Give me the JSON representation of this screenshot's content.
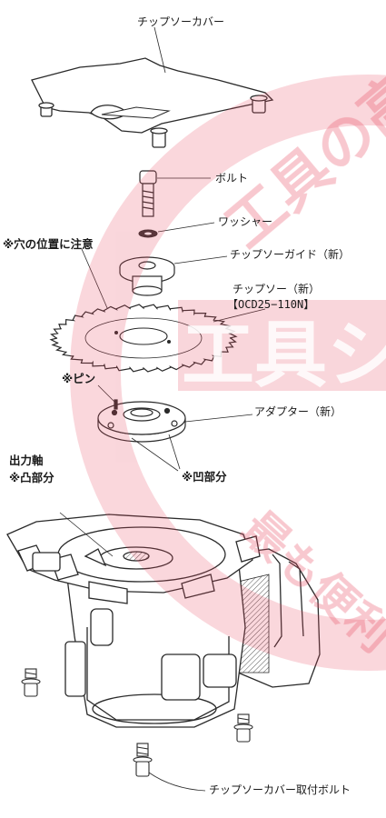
{
  "labels": {
    "chip_saw_cover": "チップソーカバー",
    "bolt": "ボルト",
    "washer": "ワッシャー",
    "hole_position_note": "※穴の位置に注意",
    "chip_saw_guide": "チップソーガイド（新）",
    "chip_saw_new": "チップソー（新）",
    "chip_saw_model": "【OCD25−110N】",
    "pin_note": "※ピン",
    "adapter_new": "アダプター（新）",
    "recess_note": "※凹部分",
    "output_shaft": "出力軸",
    "protrusion_note": "※凸部分",
    "cover_mount_bolt": "チップソーカバー取付ボルト"
  },
  "watermark": {
    "line1": "工具の高",
    "line2": "工具シ",
    "line3": "最も便利",
    "color": "#e8495f"
  },
  "colors": {
    "line": "#2a2a2a",
    "text": "#1a1a1a"
  }
}
